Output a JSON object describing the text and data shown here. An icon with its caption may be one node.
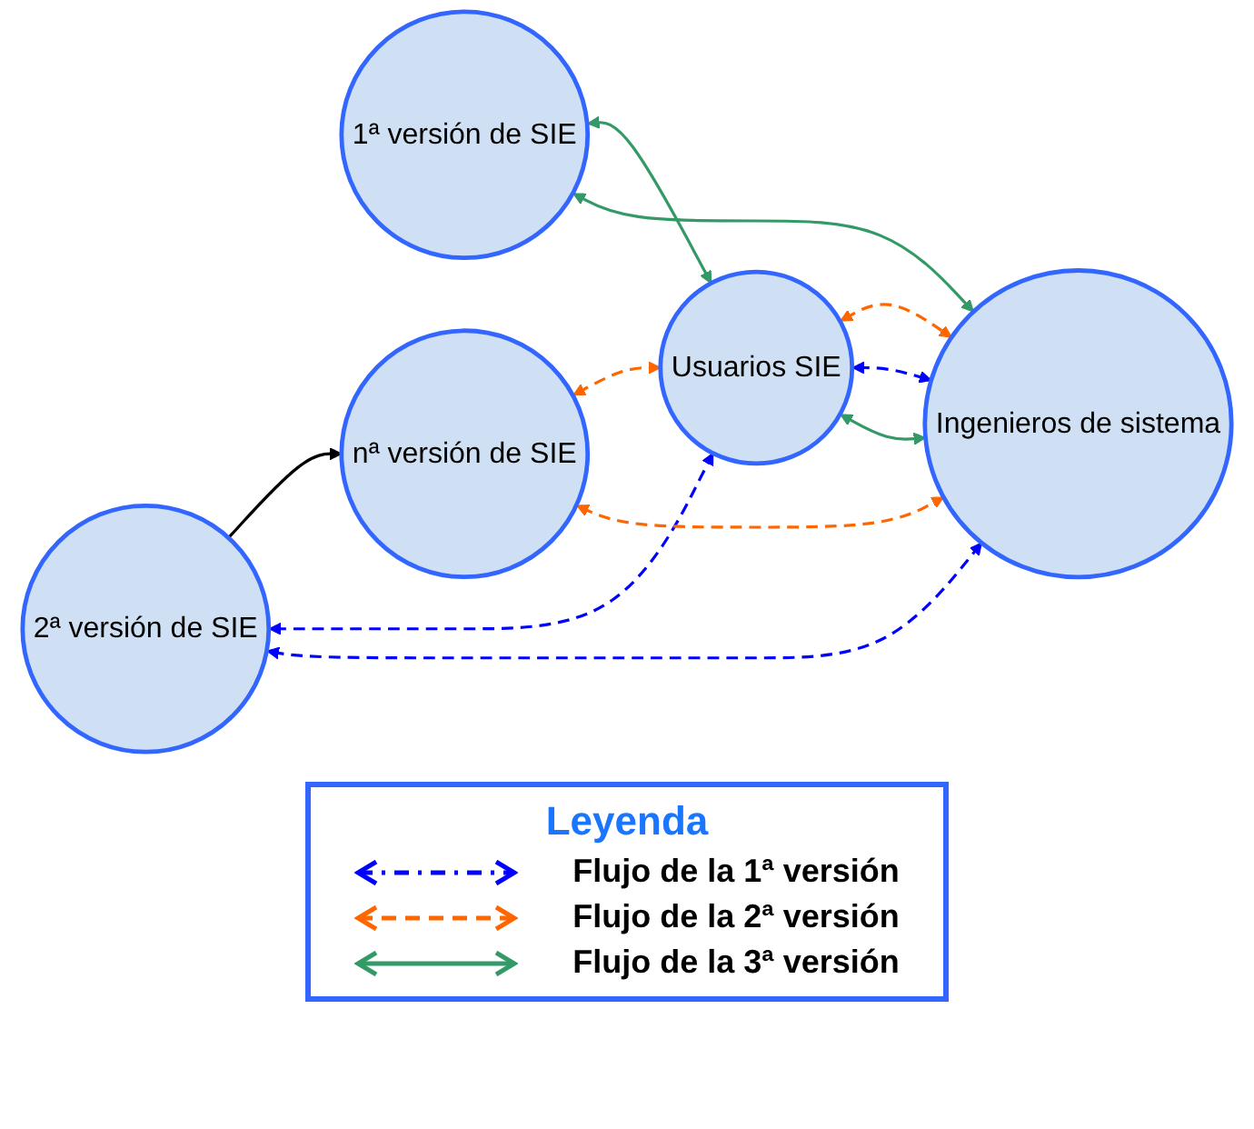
{
  "diagram": {
    "nodes": [
      {
        "text": [
          "1ª versión de SIE"
        ]
      },
      {
        "text": [
          "2ª versión de SIE"
        ]
      },
      {
        "text": [
          "nª versión de SIE"
        ]
      },
      {
        "text": [
          "Usuarios SIE"
        ]
      },
      {
        "text": [
          "Ingenieros de sistema"
        ]
      }
    ],
    "edges": [
      {
        "from": 1,
        "to": 2,
        "arrow": "to",
        "color": "#000000"
      },
      {
        "from": 0,
        "to": 3,
        "arrow": "both",
        "color": "#339966"
      },
      {
        "from": 0,
        "to": 4,
        "arrow": "both",
        "color": "#339966"
      },
      {
        "from": 1,
        "to": 3,
        "arrow": "both",
        "style": "dashed",
        "color": "#0000ff"
      },
      {
        "from": 1,
        "to": 4,
        "arrow": "both",
        "style": "dashed",
        "color": "#0000ff"
      },
      {
        "from": 2,
        "to": 3,
        "arrow": "both",
        "style": "dashed",
        "color": "#ff6600"
      },
      {
        "from": 2,
        "to": 4,
        "arrow": "both",
        "style": "dashed",
        "color": "#ff6600"
      },
      {
        "from": 3,
        "to": 4,
        "arrow": "both",
        "style": "dashed",
        "color": "#ff6600"
      },
      {
        "from": 3,
        "to": 4,
        "arrow": "both",
        "style": "dashed",
        "color": "#0000ff"
      },
      {
        "from": 3,
        "to": 4,
        "arrow": "both",
        "color": "#339966"
      }
    ],
    "labels": [
      "Leyenda"
    ],
    "legend": [
      {
        "text": "Flujo de la 1ª versión"
      },
      {
        "text": "Flujo de la 2ª versión"
      },
      {
        "text": "Flujo de la 3ª versión"
      }
    ]
  }
}
